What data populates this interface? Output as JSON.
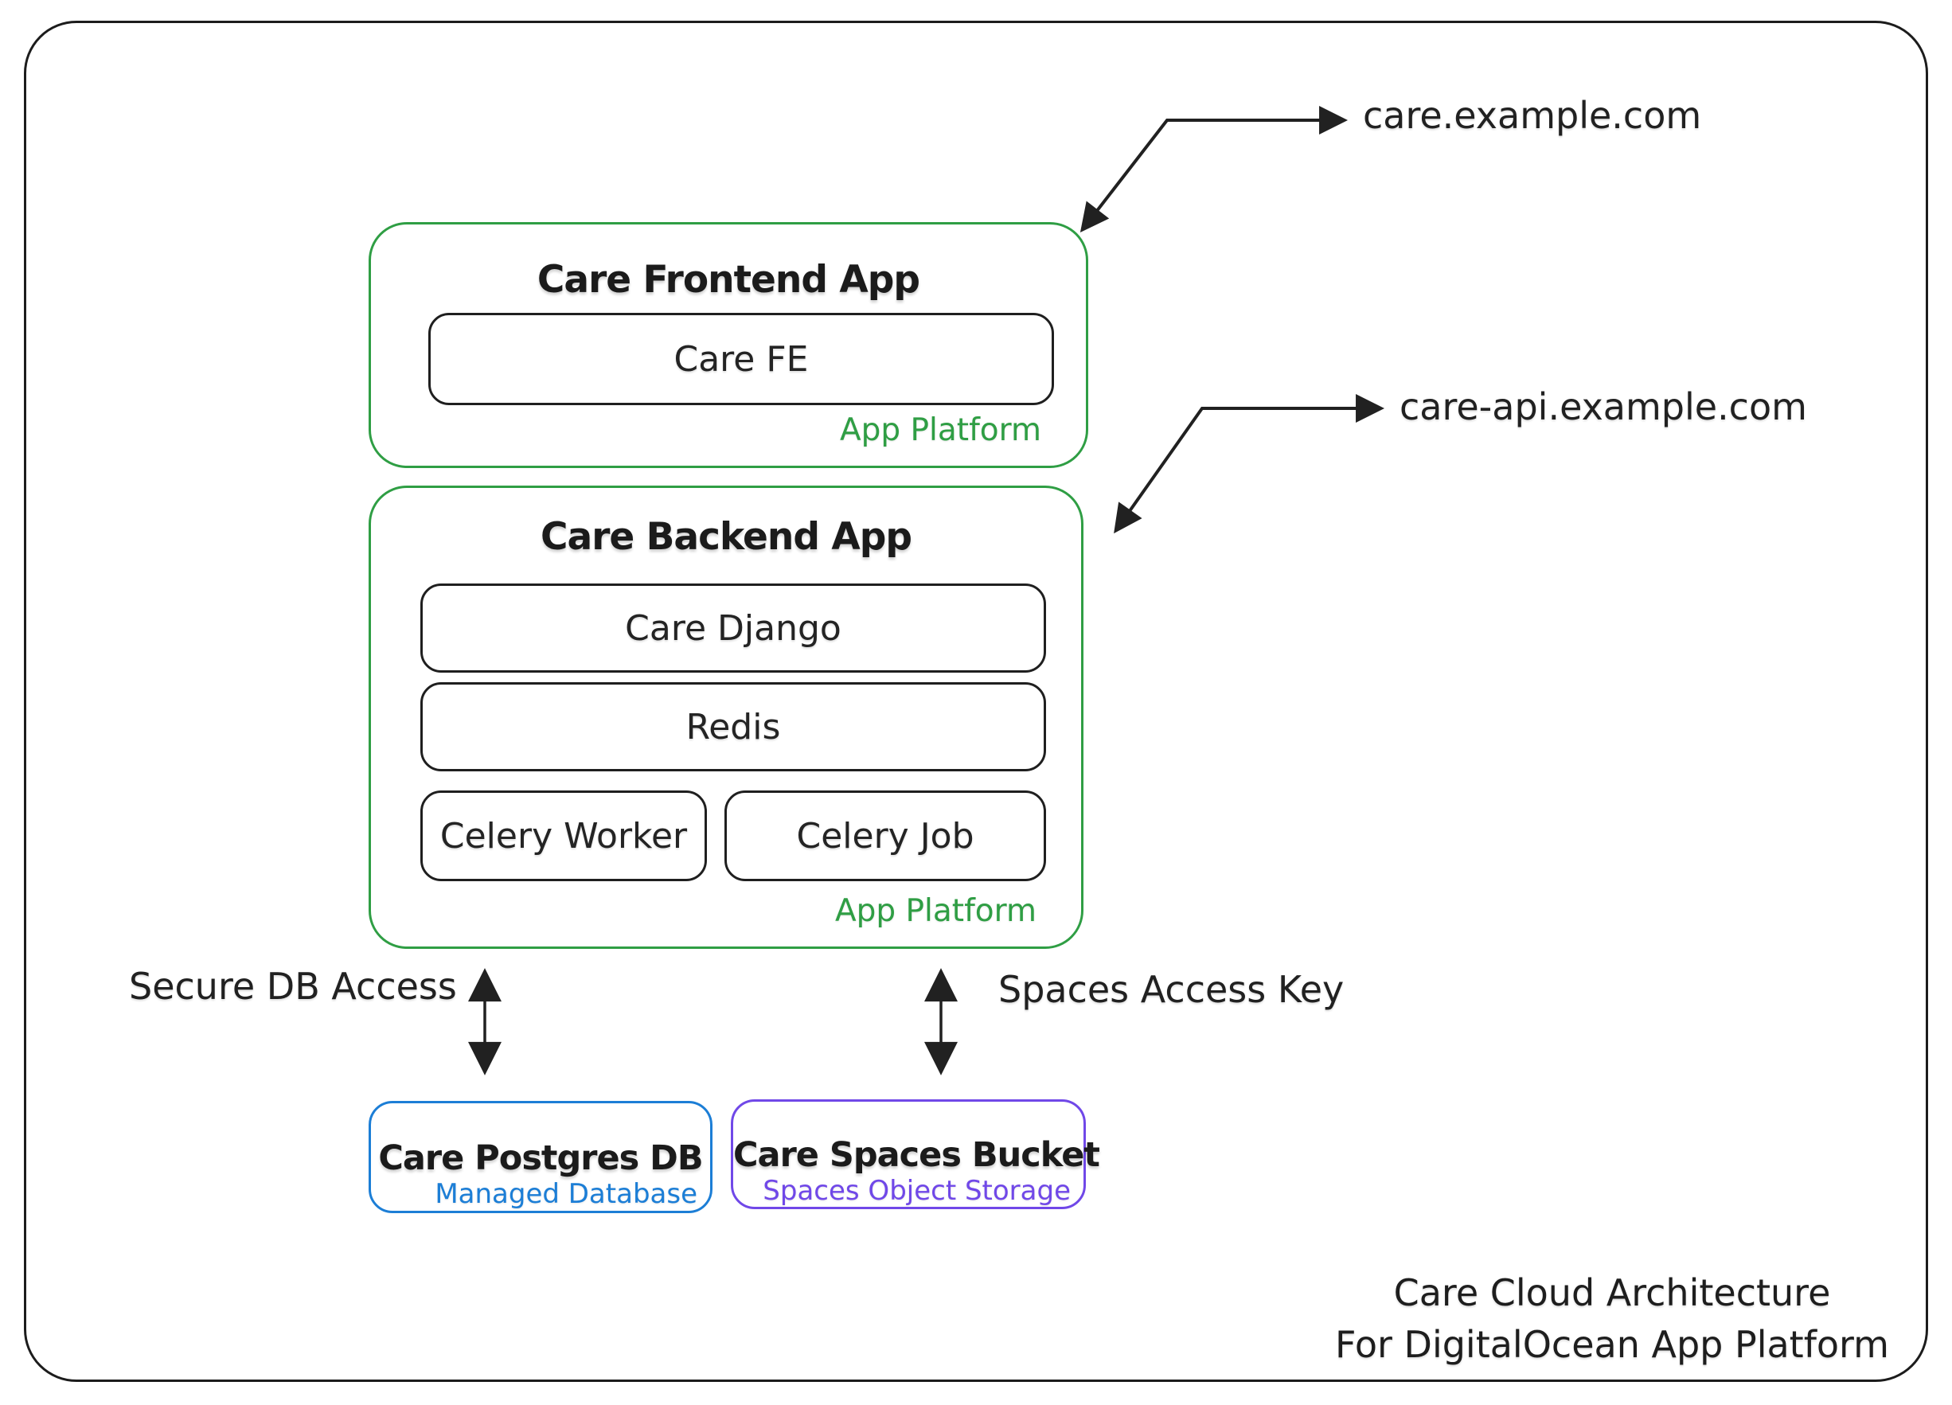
{
  "diagram": {
    "domains": {
      "frontend": "care.example.com",
      "backend": "care-api.example.com"
    },
    "frontend_app": {
      "title": "Care Frontend App",
      "platform_label": "App Platform",
      "components": [
        {
          "label": "Care FE"
        }
      ]
    },
    "backend_app": {
      "title": "Care Backend App",
      "platform_label": "App Platform",
      "components": [
        {
          "label": "Care Django"
        },
        {
          "label": "Redis"
        },
        {
          "label": "Celery Worker"
        },
        {
          "label": "Celery Job"
        }
      ]
    },
    "connections": [
      {
        "label": "Secure DB Access"
      },
      {
        "label": "Spaces Access Key"
      }
    ],
    "database": {
      "title": "Care Postgres DB",
      "subtitle": "Managed Database"
    },
    "bucket": {
      "title": "Care Spaces Bucket",
      "subtitle": "Spaces Object Storage"
    },
    "caption": {
      "line1": "Care Cloud Architecture",
      "line2": "For DigitalOcean App Platform"
    },
    "colors": {
      "green": "#2f9e44",
      "blue": "#1c7ed6",
      "purple": "#7048e8",
      "ink": "#212121"
    }
  }
}
